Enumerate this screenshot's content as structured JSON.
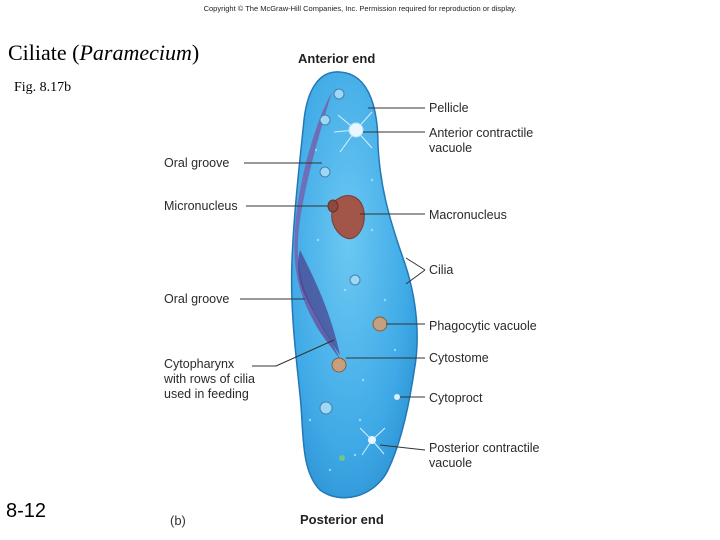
{
  "header": {
    "copyright": "Copyright © The McGraw-Hill Companies, Inc. Permission required for reproduction or display."
  },
  "title": {
    "text_plain": "Ciliate (",
    "text_italic": "Paramecium",
    "text_end": ")"
  },
  "figure_ref": "Fig. 8.17b",
  "slide_number": "8-12",
  "panel_label": "(b)",
  "diagram": {
    "top_label": "Anterior end",
    "bottom_label": "Posterior end",
    "labels_left": {
      "oral_groove_1": "Oral groove",
      "micronucleus": "Micronucleus",
      "oral_groove_2": "Oral groove",
      "cytopharynx_1": "Cytopharynx",
      "cytopharynx_2": "with rows of cilia",
      "cytopharynx_3": "used in feeding"
    },
    "labels_right": {
      "pellicle": "Pellicle",
      "anterior_cv_1": "Anterior contractile",
      "anterior_cv_2": "vacuole",
      "macronucleus": "Macronucleus",
      "cilia": "Cilia",
      "phagocytic_vacuole": "Phagocytic vacuole",
      "cytostome": "Cytostome",
      "cytoproct": "Cytoproct",
      "posterior_cv_1": "Posterior contractile",
      "posterior_cv_2": "vacuole"
    }
  }
}
